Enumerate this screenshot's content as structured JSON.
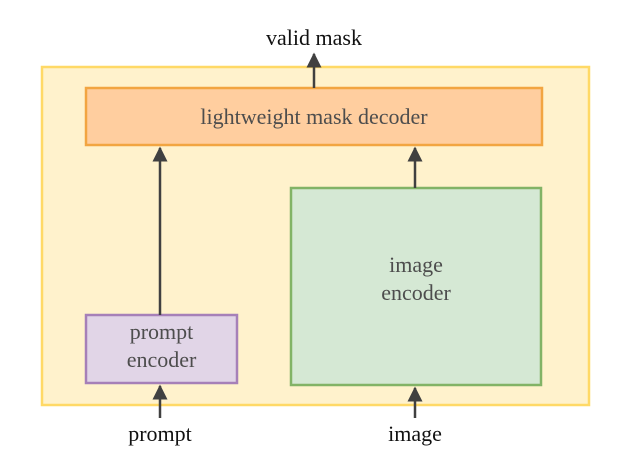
{
  "labels": {
    "output": "valid mask",
    "decoder": "lightweight mask decoder",
    "image_encoder_line1": "image",
    "image_encoder_line2": "encoder",
    "prompt_encoder_line1": "prompt",
    "prompt_encoder_line2": "encoder",
    "input_prompt": "prompt",
    "input_image": "image"
  },
  "colors": {
    "outer_fill": "#fff2cc",
    "outer_stroke": "#ffd966",
    "decoder_fill": "#ffce9f",
    "decoder_stroke": "#f2a541",
    "image_encoder_fill": "#d5e8d4",
    "image_encoder_stroke": "#82b366",
    "prompt_encoder_fill": "#e1d5e7",
    "prompt_encoder_stroke": "#a680b8",
    "arrow": "#404040"
  }
}
